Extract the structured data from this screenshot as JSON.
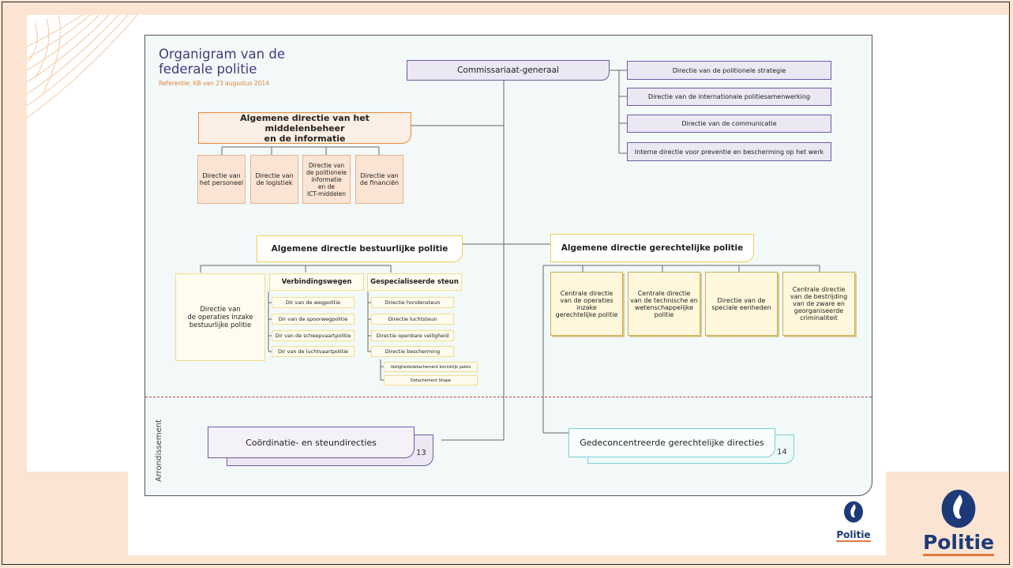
{
  "title": "Organigram van de federale politie",
  "title_line1": "Organigram van de",
  "title_line2": "federale politie",
  "reference": "Referentie: KB van 23 augustus 2014",
  "top": "Commissariaat-generaal",
  "staff": [
    "Directie van de politionele strategie",
    "Directie van de internationale politiesamenwerking",
    "Directie van de communicatie",
    "Interne directie voor preventie en bescherming op het werk"
  ],
  "dgr": {
    "title_line1": "Algemene directie van het middelenbeheer",
    "title_line2": "en de informatie",
    "units": [
      [
        "Directie van",
        "het personeel"
      ],
      [
        "Directie van",
        "de logistiek"
      ],
      [
        "Directie van",
        "de politionele",
        "informatie",
        "en de",
        "ICT-middelen"
      ],
      [
        "Directie van",
        "de financiën"
      ]
    ]
  },
  "dga": {
    "title": "Algemene directie bestuurlijke politie",
    "operations": [
      "Directie van",
      "de operaties inzake",
      "bestuurlijke politie"
    ],
    "roads_header": "Verbindingswegen",
    "roads": [
      "Dir van de wegpolitie",
      "Dir van de spoorwegpolitie",
      "Dir van de scheepvaartpolitie",
      "Dir van de luchtvaartpolitie"
    ],
    "support_header": "Gespecialiseerde steun",
    "support": [
      "Directie hondensteun",
      "Directie luchtsteun",
      "Directie openbare veiligheid",
      "Directie bescherming"
    ],
    "protection": [
      "Veiligheidsdetachement koninklijk paleis",
      "Detachement Shape"
    ]
  },
  "dgj": {
    "title": "Algemene directie gerechtelijke politie",
    "units": [
      [
        "Centrale directie",
        "van de operaties",
        "inzake",
        "gerechtelijke politie"
      ],
      [
        "Centrale directie",
        "van de technische en",
        "wetenschappelijke",
        "politie"
      ],
      [
        "Directie van de",
        "speciale eenheden"
      ],
      [
        "Centrale directie",
        "van de bestrijding",
        "van de zware en",
        "georganiseerde",
        "criminaliteit"
      ]
    ]
  },
  "arrondissement": "Arrondissement",
  "cosd": {
    "label": "Coördinatie- en steundirecties",
    "count": "13"
  },
  "gdj": {
    "label": "Gedeconcentreerde gerechtelijke directies",
    "count": "14"
  },
  "logo_word": "Politie",
  "colors": {
    "navy": "#1d3a78",
    "purple": "#6d5ca4",
    "orange": "#ea8b3a",
    "yellow": "#f0cf52",
    "teal": "#7ccfd4"
  }
}
